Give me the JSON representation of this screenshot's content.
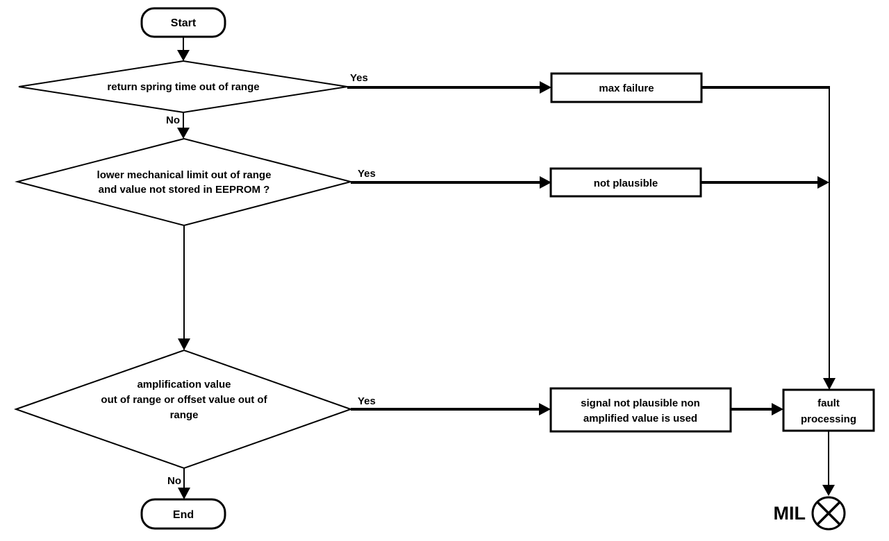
{
  "colors": {
    "line": "#000000",
    "background": "#ffffff"
  },
  "flowchart": {
    "start": {
      "label": "Start"
    },
    "decision1": {
      "line1": "return spring time out of range"
    },
    "decision2": {
      "line1": "lower mechanical limit out of range",
      "line2": "and value not stored in EEPROM ?"
    },
    "decision3": {
      "line1": "amplification value",
      "line2": "out of range or offset value out of",
      "line3": "range"
    },
    "process_max_failure": {
      "label": "max failure"
    },
    "process_not_plausible": {
      "label": "not plausible"
    },
    "process_signal": {
      "line1": "signal not plausible non",
      "line2": "amplified value is used"
    },
    "process_fault": {
      "line1": "fault",
      "line2": "processing"
    },
    "end": {
      "label": "End"
    },
    "mil": {
      "label": "MIL"
    },
    "edge_labels": {
      "yes1": "Yes",
      "no1": "No",
      "yes2": "Yes",
      "yes3": "Yes",
      "no3": "No"
    }
  }
}
